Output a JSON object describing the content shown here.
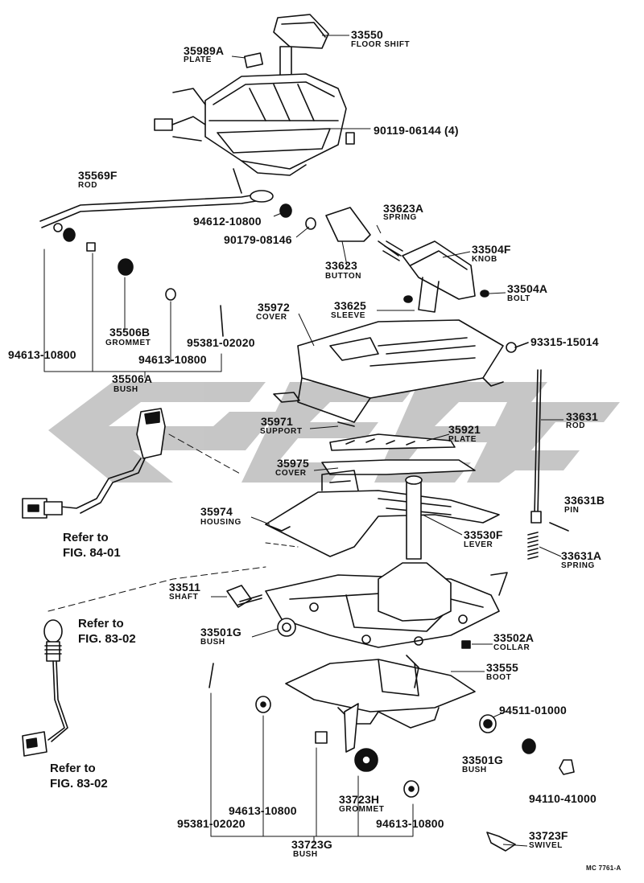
{
  "watermark": {
    "color": "#bdbdbd"
  },
  "labels": {
    "p33550": "33550",
    "n33550": "FLOOR SHIFT",
    "p35989A": "35989A",
    "n35989A": "PLATE",
    "p90119": "90119-06144 (4)",
    "p35569F": "35569F",
    "n35569F": "ROD",
    "p94612": "94612-10800",
    "p90179": "90179-08146",
    "p33623A": "33623A",
    "n33623A": "SPRING",
    "p33623": "33623",
    "n33623": "BUTTON",
    "p33504F": "33504F",
    "n33504F": "KNOB",
    "p33504A": "33504A",
    "n33504A": "BOLT",
    "p33625": "33625",
    "n33625": "SLEEVE",
    "p35972": "35972",
    "n35972": "COVER",
    "p93315": "93315-15014",
    "p35506B": "35506B",
    "n35506B": "GROMMET",
    "p95381a": "95381-02020",
    "p94613a": "94613-10800",
    "p94613b": "94613-10800",
    "p35506A": "35506A",
    "n35506A": "BUSH",
    "p35971": "35971",
    "n35971": "SUPPORT",
    "p35921": "35921",
    "n35921": "PLATE",
    "p33631": "33631",
    "n33631": "ROD",
    "p35975": "35975",
    "n35975": "COVER",
    "p35974": "35974",
    "n35974": "HOUSING",
    "p33631B": "33631B",
    "n33631B": "PIN",
    "p33530F": "33530F",
    "n33530F": "LEVER",
    "p33631A": "33631A",
    "n33631A": "SPRING",
    "ref1a": "Refer to",
    "ref1b": "FIG. 84-01",
    "p33511": "33511",
    "n33511": "SHAFT",
    "ref2a": "Refer to",
    "ref2b": "FIG. 83-02",
    "p33501Ga": "33501G",
    "n33501Ga": "BUSH",
    "p33502A": "33502A",
    "n33502A": "COLLAR",
    "p33555": "33555",
    "n33555": "BOOT",
    "p94511": "94511-01000",
    "p33501Gb": "33501G",
    "n33501Gb": "BUSH",
    "ref3a": "Refer to",
    "ref3b": "FIG. 83-02",
    "p94613c": "94613-10800",
    "p33723H": "33723H",
    "n33723H": "GROMMET",
    "p94613d": "94613-10800",
    "p94110": "94110-41000",
    "p95381b": "95381-02020",
    "p33723G": "33723G",
    "n33723G": "BUSH",
    "p33723F": "33723F",
    "n33723F": "SWIVEL",
    "code": "MC 7761-A"
  }
}
